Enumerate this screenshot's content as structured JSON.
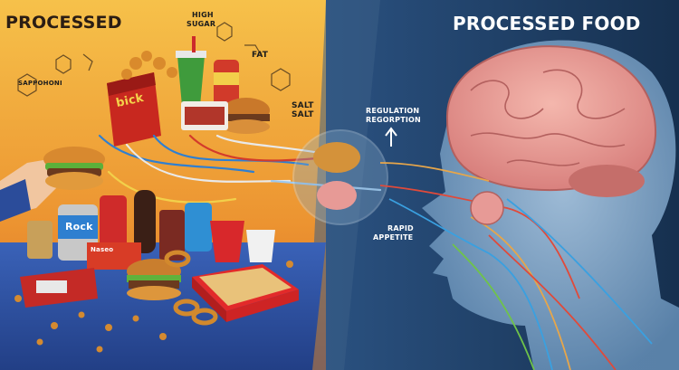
{
  "left_title": "PROCESSED",
  "right_title": "PROCESSED FOOD",
  "labels": {
    "high_sugar_line1": "HIGH",
    "high_sugar_line2": "SUGAR",
    "fat": "FAT",
    "salt_1": "SALT",
    "salt_2": "SALT",
    "molecule_text": "SAPPOHONI",
    "regulation": "REGULATION",
    "reception": "REGORPTION",
    "rapid": "RAPID",
    "appetite": "APPETITE",
    "chip_bag_brand": "bick",
    "can_brand": "Rock",
    "tray_brand": "Naseo"
  },
  "colors": {
    "left_bg_top": "#f4b43c",
    "left_bg_bottom": "#e07a25",
    "table": "#2c4fa0",
    "right_bg": "#1d3c63",
    "brain": "#e79a96",
    "head": "#7fa6c9"
  }
}
